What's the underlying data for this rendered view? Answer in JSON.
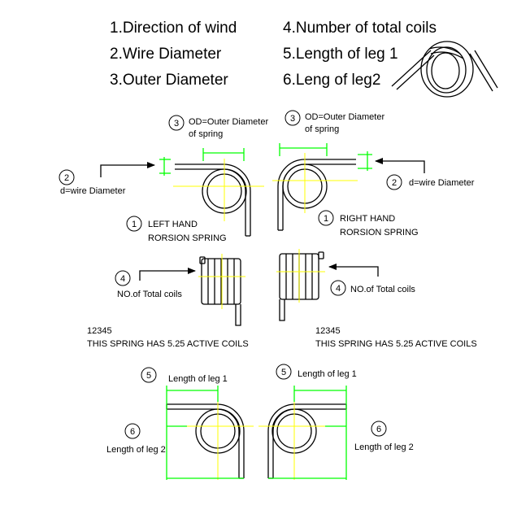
{
  "legend": {
    "item1": "1.Direction of wind",
    "item2": "2.Wire Diameter",
    "item3": "3.Outer Diameter",
    "item4": "4.Number of total coils",
    "item5": "5.Length of leg 1",
    "item6": "6.Leng of leg2"
  },
  "markers": {
    "one": "1",
    "two": "2",
    "three": "3",
    "four": "4",
    "five": "5",
    "six": "6"
  },
  "labels": {
    "od_line1": "OD=Outer Diameter",
    "od_line2": "of spring",
    "wire_diameter": "d=wire Diameter",
    "left_hand_line1": "LEFT HAND",
    "left_hand_line2": "RORSION SPRING",
    "right_hand_line1": "RIGHT HAND",
    "right_hand_line2": "RORSION SPRING",
    "total_coils_left": "NO.of Total coils",
    "total_coils_right": "NO.of Total coils",
    "coil_count": "12345",
    "active_coils_note": "THIS SPRING HAS 5.25 ACTIVE COILS",
    "leg1": "Length of leg 1",
    "leg2": "Length of leg 2"
  },
  "colors": {
    "dimension_green": "#00ff00",
    "centerline_yellow": "#ffff00",
    "wire_black": "#000000"
  }
}
